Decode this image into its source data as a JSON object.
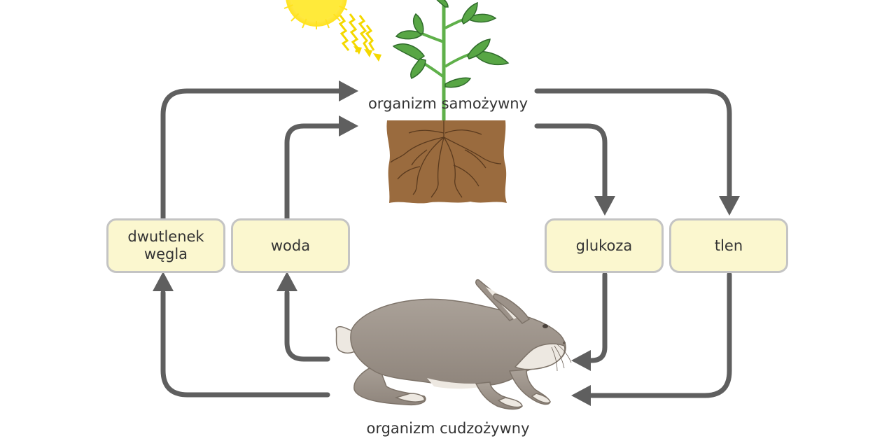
{
  "diagram": {
    "autotroph_label": "organizm samożywny",
    "heterotroph_label": "organizm cudzożywny",
    "boxes": {
      "carbon_dioxide": {
        "line1": "dwutlenek",
        "line2": "węgla"
      },
      "water": "woda",
      "glucose": "glukoza",
      "oxygen": "tlen"
    }
  },
  "colors": {
    "arrow": "#5f5f5f",
    "box_fill": "#fbf7cf",
    "box_border": "#c4c4c4",
    "soil": "#9a6b3e",
    "stem": "#5fb04a",
    "leaf": "#5aa44a",
    "sun": "#ffe733",
    "rabbit": "#a39a91",
    "rabbit_light": "#ede8e1"
  }
}
